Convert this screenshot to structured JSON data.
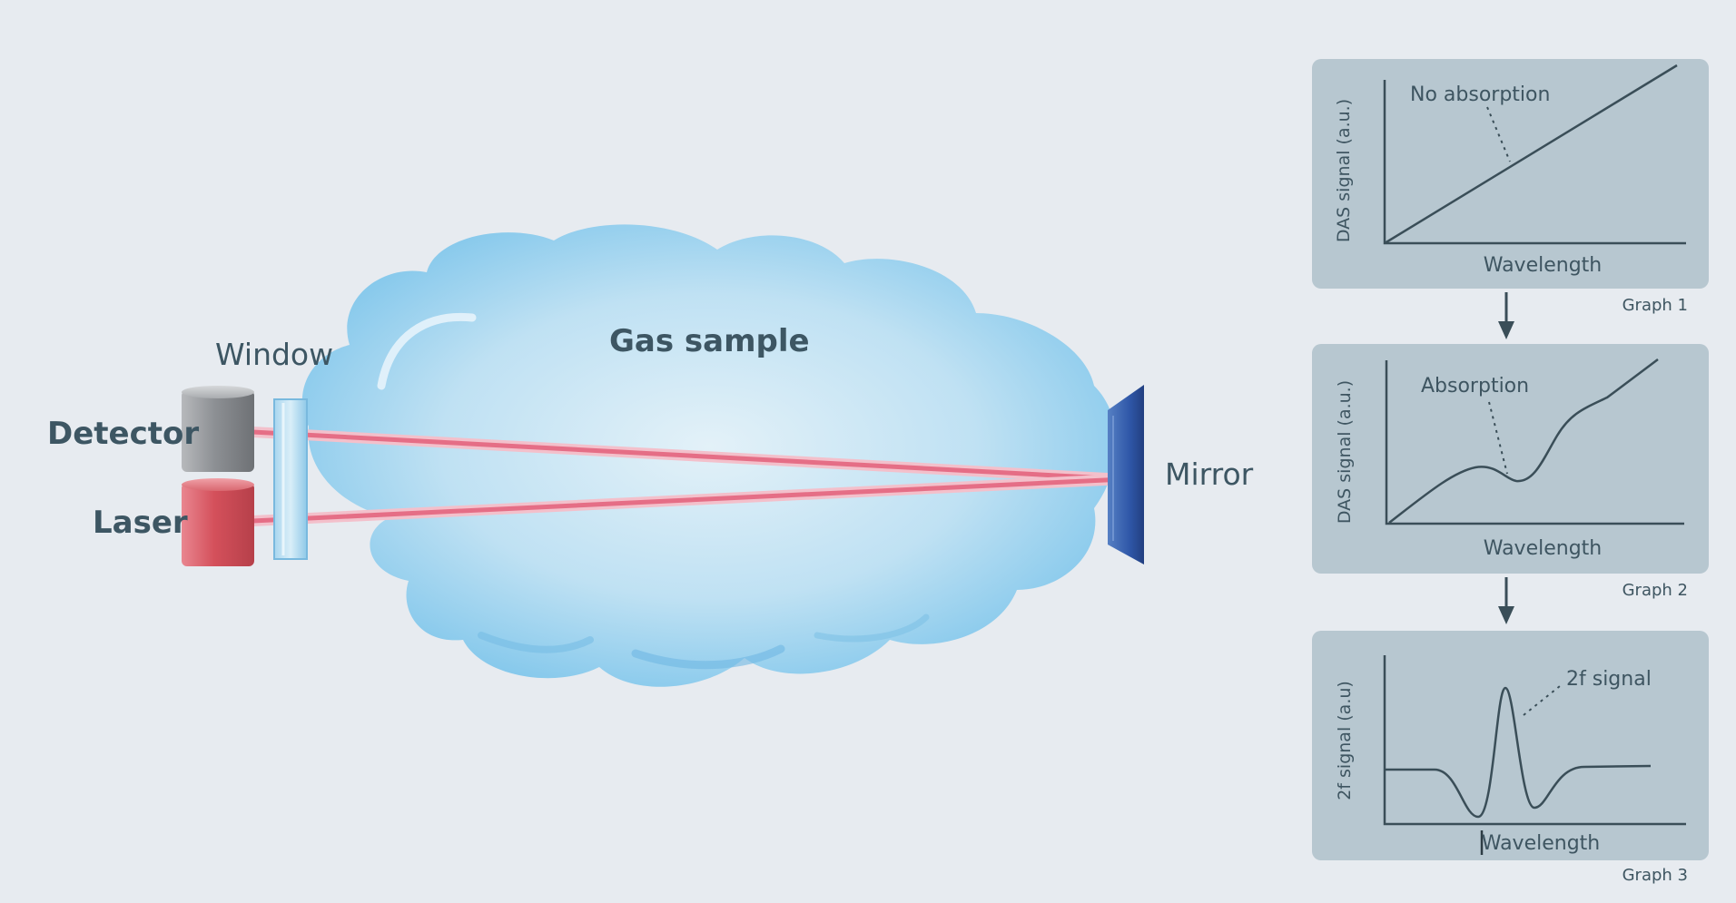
{
  "labels": {
    "window": "Window",
    "gas_sample": "Gas sample",
    "detector": "Detector",
    "laser": "Laser",
    "mirror": "Mirror"
  },
  "graphs": [
    {
      "caption": "Graph 1",
      "y_label": "DAS signal (a.u.)",
      "x_label": "Wavelength",
      "annotation": "No absorption"
    },
    {
      "caption": "Graph 2",
      "y_label": "DAS signal (a.u.)",
      "x_label": "Wavelength",
      "annotation": "Absorption"
    },
    {
      "caption": "Graph 3",
      "y_label": "2f signal (a.u)",
      "x_label": "Wavelength",
      "annotation": "2f signal"
    }
  ],
  "colors": {
    "background": "#e7ebf0",
    "panel": "#b7c7d0",
    "laser_beam": "#e86d84",
    "laser_body": "#d9505a",
    "detector_body": "#8f9296",
    "mirror": "#2f57a8",
    "cloud": "#8ccbea",
    "text": "#3d5663"
  }
}
